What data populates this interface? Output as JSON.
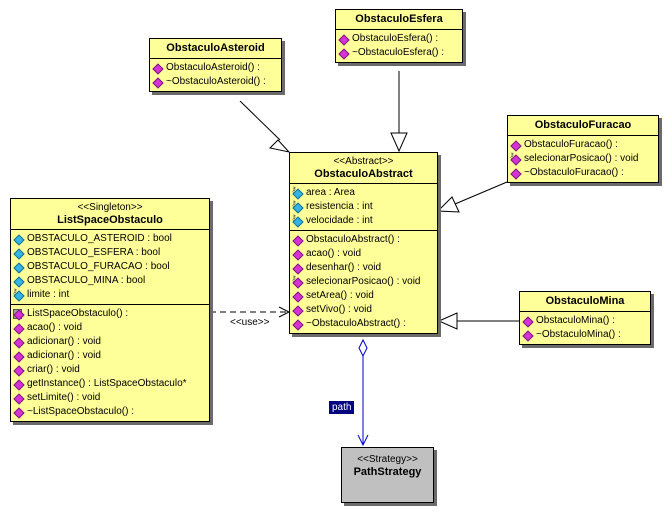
{
  "classes": {
    "esfera": {
      "name": "ObstaculoEsfera",
      "ops": [
        "ObstaculoEsfera() :",
        "~ObstaculoEsfera() :"
      ]
    },
    "asteroid": {
      "name": "ObstaculoAsteroid",
      "ops": [
        "ObstaculoAsteroid() :",
        "~ObstaculoAsteroid() :"
      ]
    },
    "furacao": {
      "name": "ObstaculoFuracao",
      "ops": [
        "ObstaculoFuracao() :",
        "selecionarPosicao() : void",
        "~ObstaculoFuracao() :"
      ]
    },
    "abstract": {
      "stereotype": "<<Abstract>>",
      "name": "ObstaculoAbstract",
      "attrs": [
        "area : Area",
        "resistencia : int",
        "velocidade : int"
      ],
      "ops": [
        "ObstaculoAbstract() :",
        "acao() : void",
        "desenhar() : void",
        "selecionarPosicao() : void",
        "setArea() : void",
        "setVivo() : void",
        "~ObstaculoAbstract() :"
      ]
    },
    "mina": {
      "name": "ObstaculoMina",
      "ops": [
        "ObstaculoMina() :",
        "~ObstaculoMina() :"
      ]
    },
    "list": {
      "stereotype": "<<Singleton>>",
      "name": "ListSpaceObstaculo",
      "attrs": [
        "OBSTACULO_ASTEROID : bool",
        "OBSTACULO_ESFERA : bool",
        "OBSTACULO_FURACAO : bool",
        "OBSTACULO_MINA : bool",
        "limite : int"
      ],
      "ops": [
        "ListSpaceObstaculo() :",
        "acao() : void",
        "adicionar() : void",
        "adicionar() : void",
        "criar() : void",
        "getInstance() : ListSpaceObstaculo*",
        "setLimite() : void",
        "~ListSpaceObstaculo() :"
      ]
    },
    "strategy": {
      "stereotype": "<<Strategy>>",
      "name": "PathStrategy"
    }
  },
  "relations": {
    "use_label": "<<use>>",
    "path_label": "path"
  },
  "colors": {
    "class_fill": "#ffff99",
    "strategy_fill": "#c0c0c0",
    "shadow": "#6b6b6b",
    "operation_icon": "#d633d6",
    "public_attr_icon": "#33b5e5",
    "role_label_bg": "#000080",
    "association_line": "#0000cc"
  },
  "icons": {
    "operation": "magenta-diamond",
    "public_attribute": "cyan-diamond",
    "protected_member": "key-diamond",
    "private_member": "lock-diamond"
  }
}
